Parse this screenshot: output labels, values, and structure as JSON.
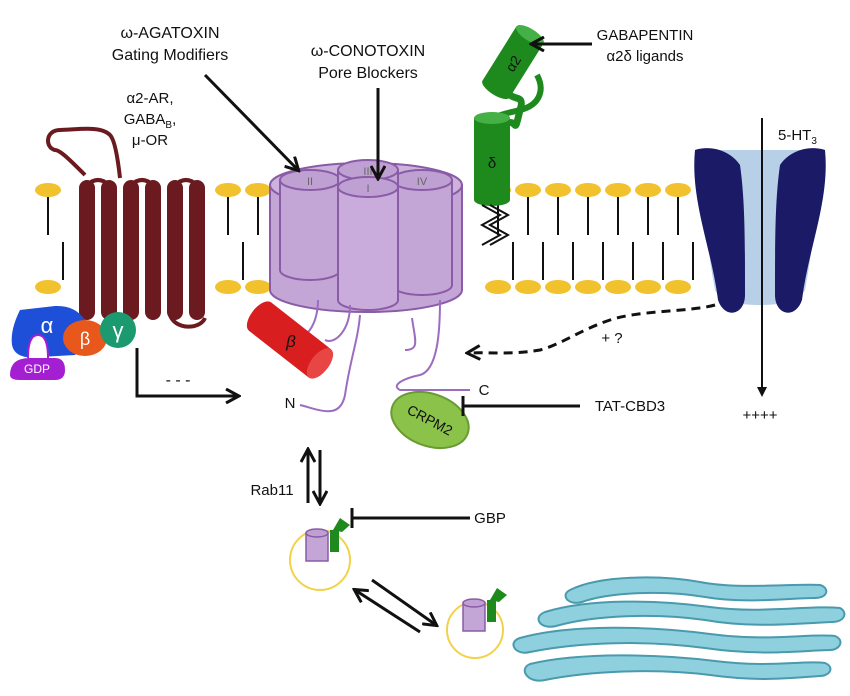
{
  "labels": {
    "agatoxin_line1": "ω-AGATOXIN",
    "agatoxin_line2": "Gating Modifiers",
    "conotoxin_line1": "ω-CONOTOXIN",
    "conotoxin_line2": "Pore Blockers",
    "gabapentin_line1": "GABAPENTIN",
    "gabapentin_line2": "α2δ ligands",
    "gpcr_line1": "α2-AR,",
    "gpcr_line2_main": "GABA",
    "gpcr_line2_sub": "B",
    "gpcr_line2_tail": ",",
    "gpcr_line3": "μ-OR",
    "ht3_main": "5-HT",
    "ht3_sub": "3",
    "ht3_charges": "++++",
    "question": "+ ?",
    "dashes": "- - -",
    "n_term": "N",
    "c_term": "C",
    "crpm2": "CRPM2",
    "tatcbd3": "TAT-CBD3",
    "rab11": "Rab11",
    "gbp": "GBP",
    "beta_subunit": "β",
    "alpha2": "α2",
    "delta": "δ",
    "g_alpha": "α",
    "g_beta": "β",
    "g_gamma": "γ",
    "gdp": "GDP",
    "domain_I": "I",
    "domain_II": "II",
    "domain_III": "III",
    "domain_IV": "IV"
  },
  "colors": {
    "channel": "#c4a6d6",
    "channel_stroke": "#8a5ba6",
    "gpcr": "#6b1a1f",
    "alpha2delta": "#1e8a1e",
    "beta_subunit": "#d81e1e",
    "crpm2": "#8bc34a",
    "ht3_dark": "#1a1a66",
    "ht3_light": "#b8cfe8",
    "lipid_head": "#f2c12e",
    "g_alpha": "#1e4fd8",
    "g_beta": "#e8581c",
    "g_gamma": "#1a9a6e",
    "gdp": "#a31fd1",
    "golgi": "#8fd0de",
    "vesicle": "#f2d24a"
  }
}
